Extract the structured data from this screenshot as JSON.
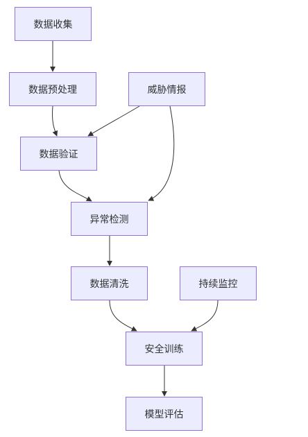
{
  "diagram": {
    "nodes": [
      {
        "id": "collect",
        "label": "数据收集"
      },
      {
        "id": "preprocess",
        "label": "数据预处理"
      },
      {
        "id": "threat_intel",
        "label": "威胁情报"
      },
      {
        "id": "verify",
        "label": "数据验证"
      },
      {
        "id": "anomaly",
        "label": "异常检测"
      },
      {
        "id": "clean",
        "label": "数据清洗"
      },
      {
        "id": "monitor",
        "label": "持续监控"
      },
      {
        "id": "train",
        "label": "安全训练"
      },
      {
        "id": "evaluate",
        "label": "模型评估"
      }
    ],
    "edges": [
      {
        "from": "collect",
        "to": "preprocess"
      },
      {
        "from": "preprocess",
        "to": "verify"
      },
      {
        "from": "threat_intel",
        "to": "verify"
      },
      {
        "from": "threat_intel",
        "to": "anomaly"
      },
      {
        "from": "verify",
        "to": "anomaly"
      },
      {
        "from": "anomaly",
        "to": "clean"
      },
      {
        "from": "clean",
        "to": "train"
      },
      {
        "from": "monitor",
        "to": "train"
      },
      {
        "from": "train",
        "to": "evaluate"
      }
    ],
    "colors": {
      "node_fill": "#ececff",
      "node_border": "#9370db",
      "edge": "#333333",
      "text": "#333333"
    }
  }
}
